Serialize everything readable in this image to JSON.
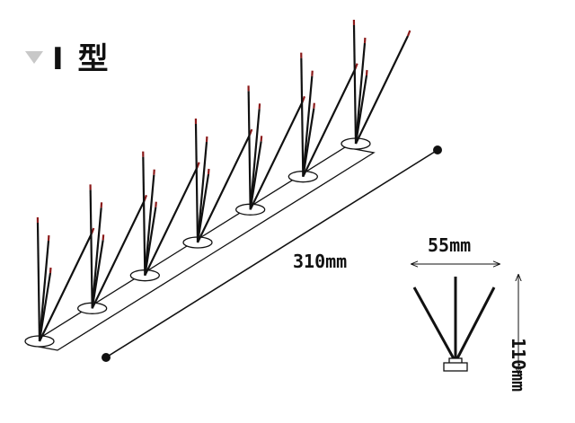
{
  "title": {
    "marker_icon": "triangle-down-icon",
    "text": "I 型"
  },
  "dimensions": {
    "length_label": "310mm",
    "width_label": "55mm",
    "height_label": "110mm"
  },
  "colors": {
    "line": "#111111",
    "marker": "#c8c8c8",
    "tip": "#8b1a1a"
  }
}
